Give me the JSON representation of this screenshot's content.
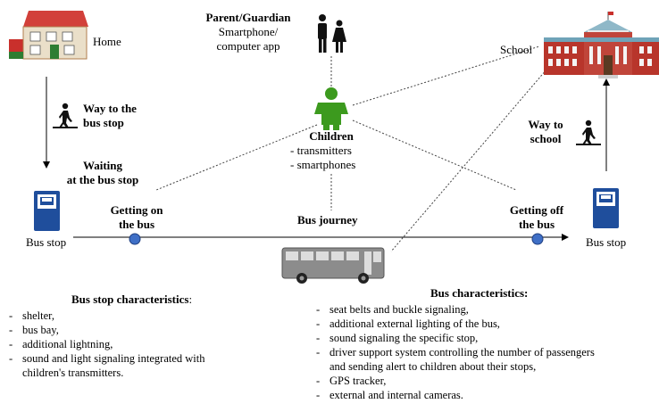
{
  "places": {
    "home": "Home",
    "school": "School",
    "bus_stop_left": "Bus stop",
    "bus_stop_right": "Bus stop"
  },
  "guardian": {
    "title": "Parent/Guardian",
    "line1": "Smartphone/",
    "line2": "computer app"
  },
  "children": {
    "title": "Children",
    "item1": "- transmitters",
    "item2": "- smartphones"
  },
  "steps": {
    "way_to_stop_1": "Way to the",
    "way_to_stop_2": "bus stop",
    "waiting_1": "Waiting",
    "waiting_2": "at the bus stop",
    "getting_on_1": "Getting on",
    "getting_on_2": "the bus",
    "journey": "Bus journey",
    "getting_off_1": "Getting off",
    "getting_off_2": "the bus",
    "way_to_school_1": "Way to",
    "way_to_school_2": "school"
  },
  "bus_stop_characteristics": {
    "title": "Bus stop characteristics",
    "colon": ":",
    "items": [
      "shelter,",
      "bus bay,",
      "additional lightning,",
      "sound and light signaling integrated with",
      "children's transmitters."
    ]
  },
  "bus_characteristics": {
    "title": "Bus characteristics:",
    "items": [
      "seat belts and buckle signaling,",
      "additional external lighting of the bus,",
      "sound signaling the specific stop,",
      "driver support system controlling the number of passengers",
      "and sending alert to children about their stops,",
      "GPS tracker,",
      "external and internal cameras."
    ]
  },
  "colors": {
    "child": "#3c9a1e",
    "stop_blue": "#1f4e9c",
    "dot_blue": "#3f6fc6",
    "house_red": "#c9302c",
    "school_red": "#b8352b",
    "bus_gray": "#8c8c8c"
  }
}
